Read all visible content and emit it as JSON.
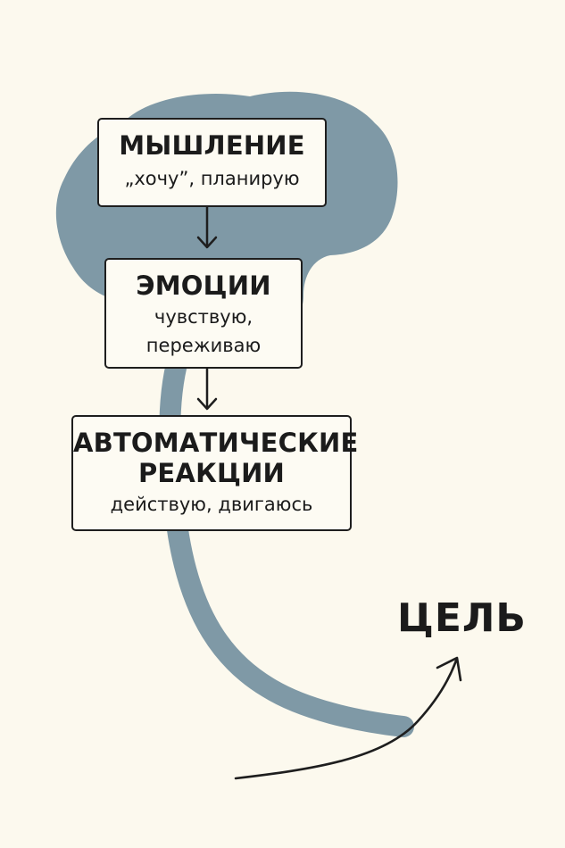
{
  "diagram": {
    "boxes": [
      {
        "title": "МЫШЛЕНИЕ",
        "subtitle": "„хочу”, планирую"
      },
      {
        "title": "ЭМОЦИИ",
        "subtitle_lines": [
          "чувствую,",
          "переживаю"
        ]
      },
      {
        "title_lines": [
          "АВТОМАТИЧЕСКИЕ",
          "РЕАКЦИИ"
        ],
        "subtitle": "действую, двигаюсь"
      }
    ],
    "goal_label": "ЦЕЛЬ"
  },
  "colors": {
    "background": "#fcf9ee",
    "brain": "#7f99a6",
    "ink": "#1e1e1e"
  },
  "icons": [
    "brain-silhouette",
    "arrow-down-icon",
    "arrow-up-right-icon"
  ]
}
